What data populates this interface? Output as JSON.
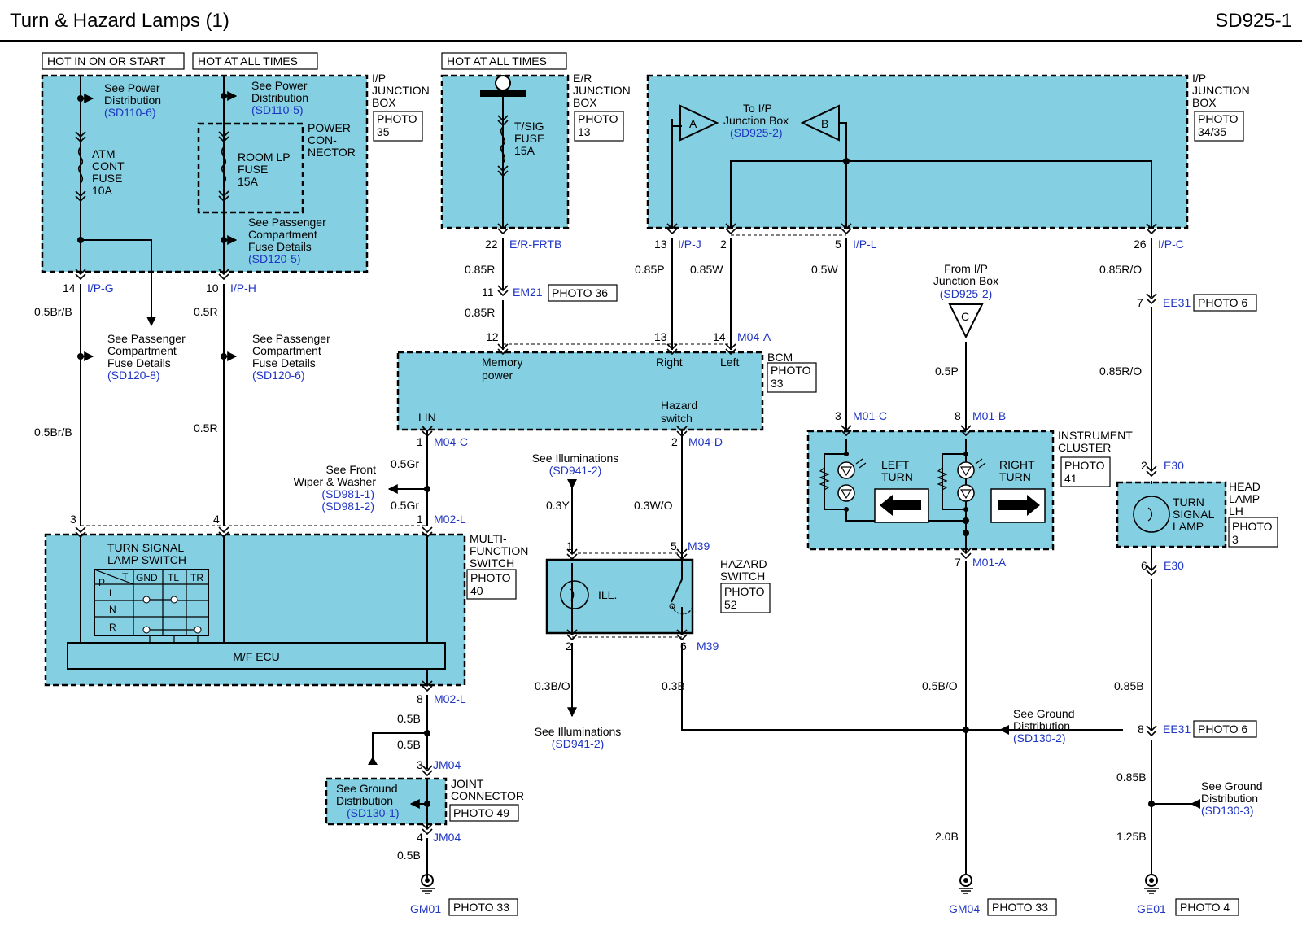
{
  "header": {
    "title": "Turn & Hazard Lamps (1)",
    "code": "SD925-1"
  },
  "supply": {
    "hot_on": "HOT IN ON OR START",
    "hot_all_1": "HOT AT ALL TIMES",
    "hot_all_2": "HOT AT ALL TIMES"
  },
  "ipjb1": {
    "name": [
      "I/P",
      "JUNCTION",
      "BOX"
    ],
    "photo": [
      "PHOTO",
      "35"
    ],
    "pwr1": [
      "See Power",
      "Distribution",
      "(SD110-6)"
    ],
    "pwr2": [
      "See Power",
      "Distribution",
      "(SD110-5)"
    ],
    "fuse1": [
      "ATM",
      "CONT",
      "FUSE",
      "10A"
    ],
    "fuse2": [
      "ROOM LP",
      "FUSE",
      "15A"
    ],
    "powercon": [
      "POWER",
      "CON-",
      "NECTOR"
    ],
    "pass": [
      "See Passenger",
      "Compartment",
      "Fuse Details",
      "(SD120-5)"
    ],
    "pin_g": "14",
    "conn_g": "I/P-G",
    "pin_h": "10",
    "conn_h": "I/P-H"
  },
  "erjb": {
    "name": [
      "E/R",
      "JUNCTION",
      "BOX"
    ],
    "photo": [
      "PHOTO",
      "13"
    ],
    "fuse": [
      "T/SIG",
      "FUSE",
      "15A"
    ],
    "pin": "22",
    "conn": "E/R-FRTB"
  },
  "ipjb2": {
    "name": [
      "I/P",
      "JUNCTION",
      "BOX"
    ],
    "photo": [
      "PHOTO",
      "34/35"
    ],
    "to": [
      "To I/P",
      "Junction Box",
      "(SD925-2)"
    ],
    "a": "A",
    "b": "B",
    "p13": "13",
    "c13": "I/P-J",
    "p2": "2",
    "p5": "5",
    "c5": "I/P-L",
    "p26": "26",
    "c26": "I/P-C"
  },
  "wires": {
    "w05BrB": "0.5Br/B",
    "w05R": "0.5R",
    "w085R": "0.85R",
    "w085P": "0.85P",
    "w085W": "0.85W",
    "w05W": "0.5W",
    "w085RO": "0.85R/O",
    "w05Gr": "0.5Gr",
    "w03Y": "0.3Y",
    "w03WO": "0.3W/O",
    "w03BO": "0.3B/O",
    "w03B": "0.3B",
    "w05P": "0.5P",
    "w05BO": "0.5B/O",
    "w20B": "2.0B",
    "w05B": "0.5B",
    "w085B": "0.85B",
    "w125B": "1.25B"
  },
  "em21": {
    "pin": "11",
    "conn": "EM21",
    "photo": "PHOTO 36"
  },
  "ee31": {
    "pin": "7",
    "conn": "EE31",
    "photo": "PHOTO 6",
    "pin2": "8"
  },
  "pcf": {
    "a": [
      "See Passenger",
      "Compartment",
      "Fuse Details",
      "(SD120-8)"
    ],
    "b": [
      "See Passenger",
      "Compartment",
      "Fuse Details",
      "(SD120-6)"
    ]
  },
  "bcm": {
    "name": "BCM",
    "photo": [
      "PHOTO",
      "33"
    ],
    "mem": [
      "Memory",
      "power"
    ],
    "right": "Right",
    "left": "Left",
    "lin": "LIN",
    "haz": [
      "Hazard",
      "switch"
    ],
    "p12": "12",
    "p13": "13",
    "p14": "14",
    "c_a": "M04-A",
    "p1": "1",
    "c_c": "M04-C",
    "p2": "2",
    "c_d": "M04-D"
  },
  "wiper": [
    "See Front",
    "Wiper & Washer",
    "(SD981-1)",
    "(SD981-2)"
  ],
  "mfs": {
    "name": [
      "MULTI-",
      "FUNCTION",
      "SWITCH"
    ],
    "photo": [
      "PHOTO",
      "40"
    ],
    "tsl": [
      "TURN SIGNAL",
      "LAMP SWITCH"
    ],
    "ecu": "M/F ECU",
    "p3": "3",
    "p4": "4",
    "p1": "1",
    "c_l": "M02-L",
    "p8": "8",
    "c8": "M02-L",
    "tbl": {
      "p": "P",
      "t": "T",
      "gnd": "GND",
      "tl": "TL",
      "tr": "TR",
      "l": "L",
      "n": "N",
      "r": "R"
    }
  },
  "ill": {
    "a": [
      "See Illuminations",
      "(SD941-2)"
    ],
    "b": [
      "See Illuminations",
      "(SD941-2)"
    ]
  },
  "hazsw": {
    "name": [
      "HAZARD",
      "SWITCH"
    ],
    "photo": [
      "PHOTO",
      "52"
    ],
    "ill": "ILL.",
    "p1": "1",
    "p5": "5",
    "c5": "M39",
    "p2": "2",
    "p6": "6",
    "c6": "M39"
  },
  "fromjb": [
    "From I/P",
    "Junction Box",
    "(SD925-2)"
  ],
  "c": "C",
  "ic": {
    "name": [
      "INSTRUMENT",
      "CLUSTER"
    ],
    "photo": [
      "PHOTO",
      "41"
    ],
    "lt": [
      "LEFT",
      "TURN"
    ],
    "rt": [
      "RIGHT",
      "TURN"
    ],
    "p3": "3",
    "c3": "M01-C",
    "p8": "8",
    "c8": "M01-B",
    "p7": "7",
    "c7": "M01-A"
  },
  "hl": {
    "name": [
      "HEAD",
      "LAMP",
      "LH"
    ],
    "photo": [
      "PHOTO",
      "3"
    ],
    "lamp": [
      "TURN",
      "SIGNAL",
      "LAMP"
    ],
    "p2": "2",
    "c2": "E30",
    "p6": "6",
    "c6": "E30"
  },
  "gnd": {
    "a": [
      "See Ground",
      "Distribution",
      "(SD130-2)"
    ],
    "b": [
      "See Ground",
      "Distribution",
      "(SD130-1)"
    ],
    "c": [
      "See Ground",
      "Distribution",
      "(SD130-3)"
    ]
  },
  "jc": {
    "name": [
      "JOINT",
      "CONNECTOR"
    ],
    "photo": "PHOTO 49",
    "p3": "3",
    "c3": "JM04",
    "p4": "4",
    "c4": "JM04"
  },
  "grounds": {
    "gm01": "GM01",
    "gm01p": "PHOTO 33",
    "gm04": "GM04",
    "gm04p": "PHOTO 33",
    "ge01": "GE01",
    "ge01p": "PHOTO 4"
  }
}
